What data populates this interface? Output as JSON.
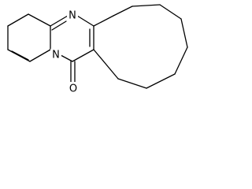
{
  "structure": {
    "atoms": {
      "n_top": "N",
      "n_bridge": "N",
      "o_carbonyl": "O"
    },
    "colors": {
      "background": "#ffffff",
      "bond": "#000000",
      "label": "#000000"
    }
  }
}
